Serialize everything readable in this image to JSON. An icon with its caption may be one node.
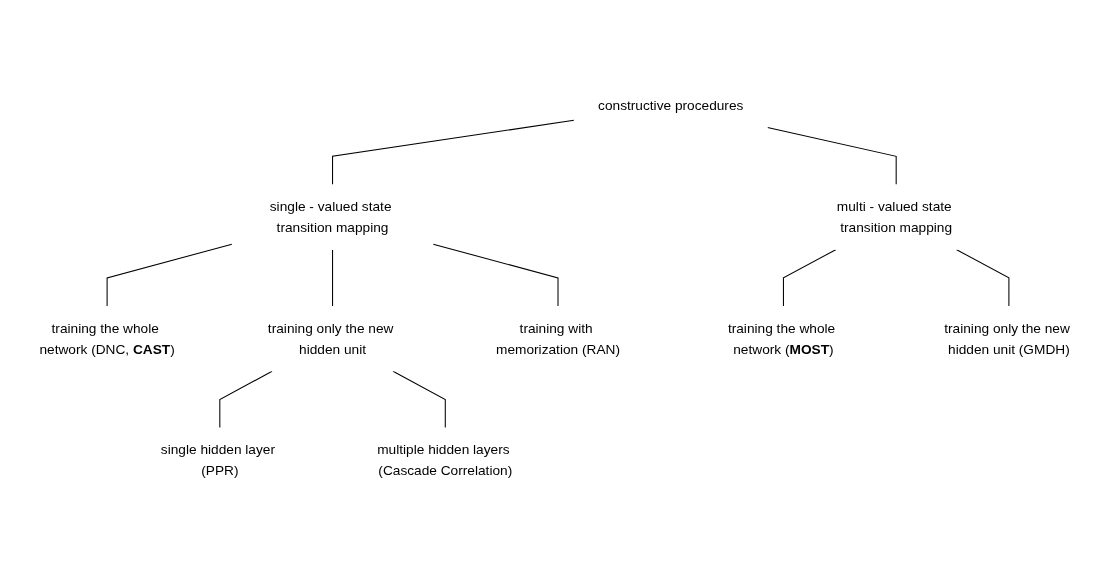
{
  "diagram": {
    "nodes": [
      {
        "text": [
          "constructive procedures"
        ]
      },
      {
        "text": [
          "single - valued state transition mapping"
        ]
      },
      {
        "text": [
          "multi - valued state transition mapping"
        ]
      },
      {
        "text": [
          "training the whole network (DNC, **CAST**)"
        ]
      },
      {
        "text": [
          "training only the new hidden unit"
        ]
      },
      {
        "text": [
          "training with memorization (RAN)"
        ]
      },
      {
        "text": [
          "training the whole network (**MOST**)"
        ]
      },
      {
        "text": [
          "training only the new hidden unit (GMDH)"
        ]
      },
      {
        "text": [
          "single hidden layer (PPR)"
        ]
      },
      {
        "text": [
          "multiple hidden layers (Cascade Correlation)"
        ]
      }
    ],
    "edges": [
      {
        "from": 0,
        "to": 1,
        "arrow": "none"
      },
      {
        "from": 0,
        "to": 2,
        "arrow": "none"
      },
      {
        "from": 1,
        "to": 3,
        "arrow": "none"
      },
      {
        "from": 1,
        "to": 4,
        "arrow": "none"
      },
      {
        "from": 1,
        "to": 5,
        "arrow": "none"
      },
      {
        "from": 2,
        "to": 6,
        "arrow": "none"
      },
      {
        "from": 2,
        "to": 7,
        "arrow": "none"
      },
      {
        "from": 4,
        "to": 8,
        "arrow": "none"
      },
      {
        "from": 4,
        "to": 9,
        "arrow": "none"
      }
    ]
  }
}
